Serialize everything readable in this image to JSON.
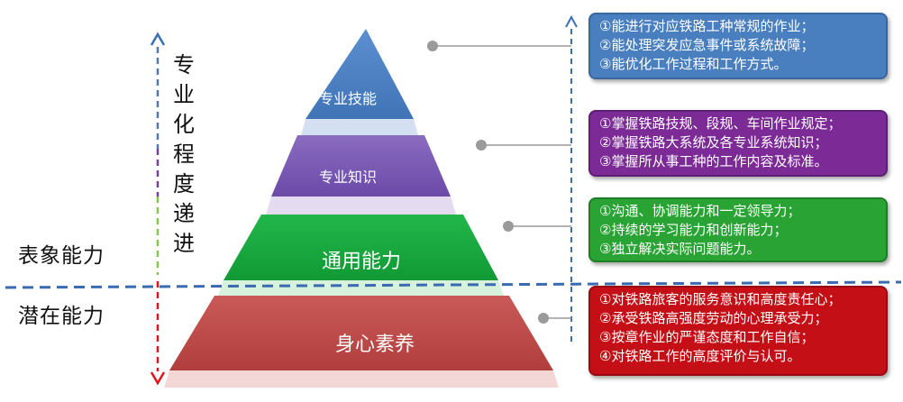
{
  "side_labels": {
    "surface": "表象能力",
    "latent": "潜在能力"
  },
  "vertical_caption": "专业化程度递进",
  "levels": [
    {
      "label": "专业技能",
      "color": "#4a7fbf",
      "items": [
        "①能进行对应铁路工种常规的作业；",
        "②能处理突发应急事件或系统故障；",
        "③能优化工作过程和工作方式。"
      ]
    },
    {
      "label": "专业知识",
      "color": "#7b2a96",
      "items": [
        "①掌握铁路技规、段规、车间作业规定；",
        "②掌握铁路大系统及各专业系统知识；",
        "③掌握所从事工种的工作内容及标准。"
      ]
    },
    {
      "label": "通用能力",
      "color": "#2aa335",
      "items": [
        "①沟通、协调能力和一定领导力；",
        "②持续的学习能力和创新能力；",
        "③独立解决实际问题能力。"
      ]
    },
    {
      "label": "身心素养",
      "color": "#c40f17",
      "items": [
        "①对铁路旅客的服务意识和高度责任心；",
        "②承受铁路高强度劳动的心理承受力；",
        "③按章作业的严谨态度和工作自信；",
        "④对铁路工作的高度评价与认可。"
      ]
    }
  ]
}
